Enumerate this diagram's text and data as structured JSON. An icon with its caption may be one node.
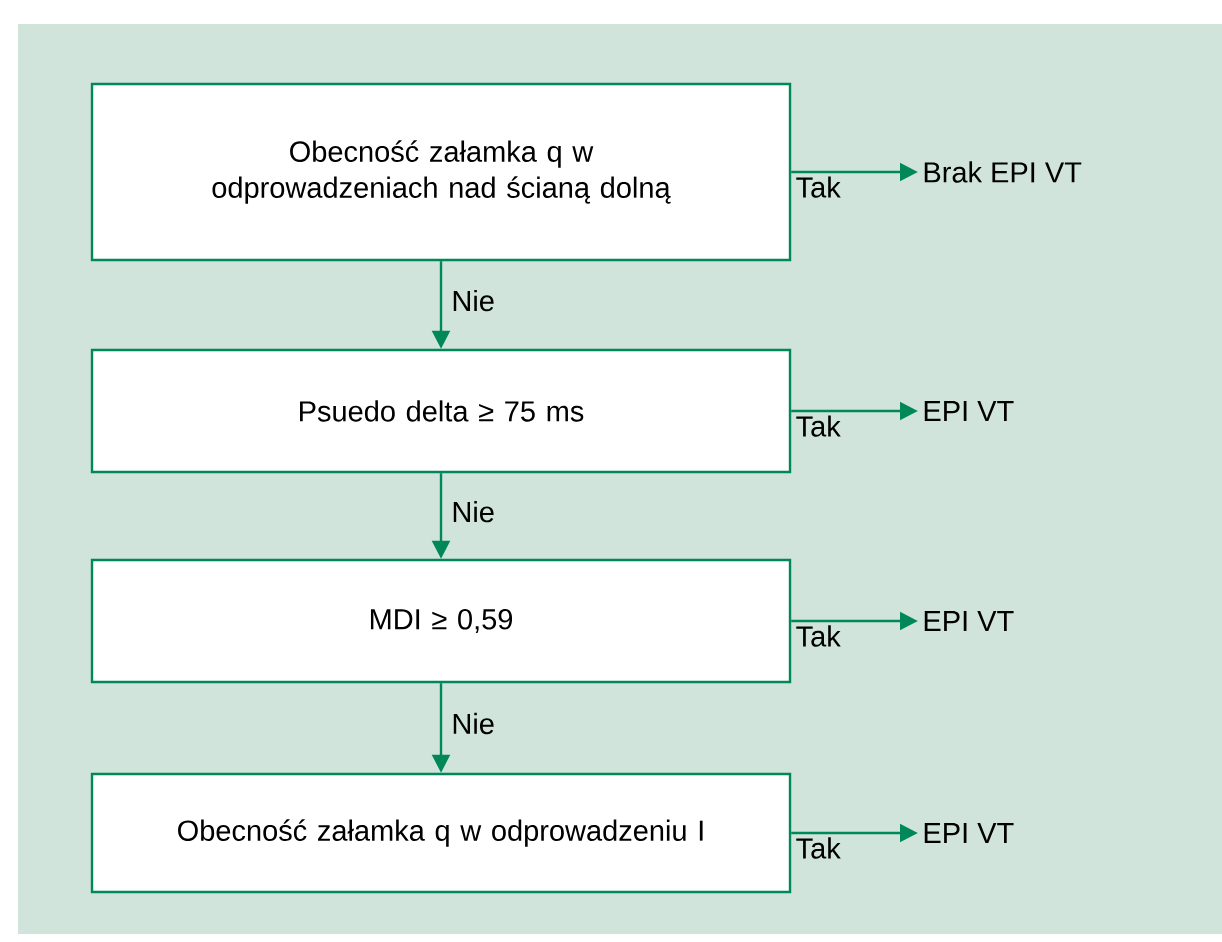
{
  "diagram": {
    "nodes": [
      {
        "text": [
          "Obecność załamka q w odprowadzeniach nad ścianą dolną"
        ]
      },
      {
        "text": [
          "Brak EPI VT"
        ]
      },
      {
        "text": [
          "Psuedo delta ≥ 75 ms"
        ]
      },
      {
        "text": [
          "EPI VT"
        ]
      },
      {
        "text": [
          "MDI ≥ 0,59"
        ]
      },
      {
        "text": [
          "EPI VT"
        ]
      },
      {
        "text": [
          "Obecność załamka q w odprowadzeniu I"
        ]
      },
      {
        "text": [
          "EPI VT"
        ]
      }
    ],
    "edges": [
      {
        "from": 0,
        "to": 1,
        "arrow": "to",
        "label": "Tak"
      },
      {
        "from": 0,
        "to": 2,
        "arrow": "to",
        "label": "Nie"
      },
      {
        "from": 2,
        "to": 3,
        "arrow": "to",
        "label": "Tak"
      },
      {
        "from": 2,
        "to": 4,
        "arrow": "to",
        "label": "Nie"
      },
      {
        "from": 4,
        "to": 5,
        "arrow": "to",
        "label": "Tak"
      },
      {
        "from": 4,
        "to": 6,
        "arrow": "to",
        "label": "Nie"
      },
      {
        "from": 6,
        "to": 7,
        "arrow": "to",
        "label": "Tak"
      }
    ]
  }
}
